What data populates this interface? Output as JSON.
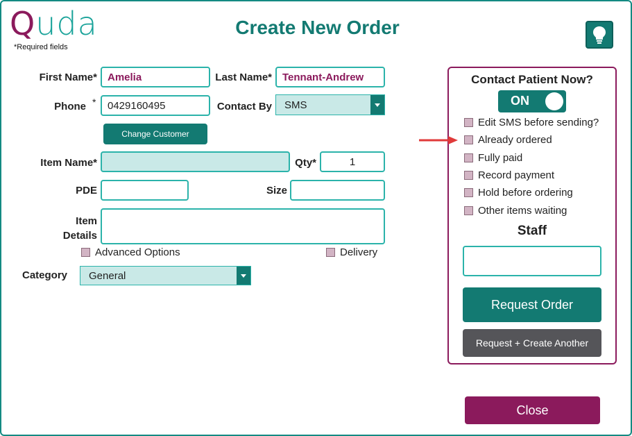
{
  "app": {
    "logo_q": "Q",
    "logo_rest": "uda",
    "required_note": "*Required fields",
    "title": "Create New Order",
    "help_icon": "lightbulb-icon"
  },
  "customer": {
    "first_name_label": "First Name*",
    "first_name_value": "Amelia",
    "last_name_label": "Last Name*",
    "last_name_value": "Tennant-Andrew",
    "phone_label": "Phone",
    "phone_star": "*",
    "phone_value": "0429160495",
    "contact_by_label": "Contact By",
    "contact_by_value": "SMS",
    "change_customer_label": "Change Customer"
  },
  "item": {
    "item_name_label": "Item Name*",
    "item_name_value": "",
    "qty_label": "Qty*",
    "qty_value": "1",
    "pde_label": "PDE",
    "pde_value": "",
    "size_label": "Size",
    "size_value": "",
    "details_label_1": "Item",
    "details_label_2": "Details",
    "details_value": "",
    "advanced_options_label": "Advanced Options",
    "delivery_label": "Delivery",
    "category_label": "Category",
    "category_value": "General"
  },
  "contact_panel": {
    "heading": "Contact Patient Now?",
    "toggle_label": "ON",
    "options": [
      "Edit SMS before sending?",
      "Already ordered",
      "Fully paid",
      "Record payment",
      "Hold before ordering",
      "Other items waiting"
    ],
    "staff_label": "Staff",
    "staff_value": "",
    "request_order_label": "Request Order",
    "request_create_another_label": "Request + Create Another"
  },
  "footer": {
    "close_label": "Close"
  },
  "colors": {
    "teal": "#137a72",
    "teal_border": "#2bb3aa",
    "maroon": "#8b1a5c",
    "grey_button": "#555559",
    "field_fill": "#c9e9e7",
    "indicator_arrow": "#e03a3a"
  }
}
